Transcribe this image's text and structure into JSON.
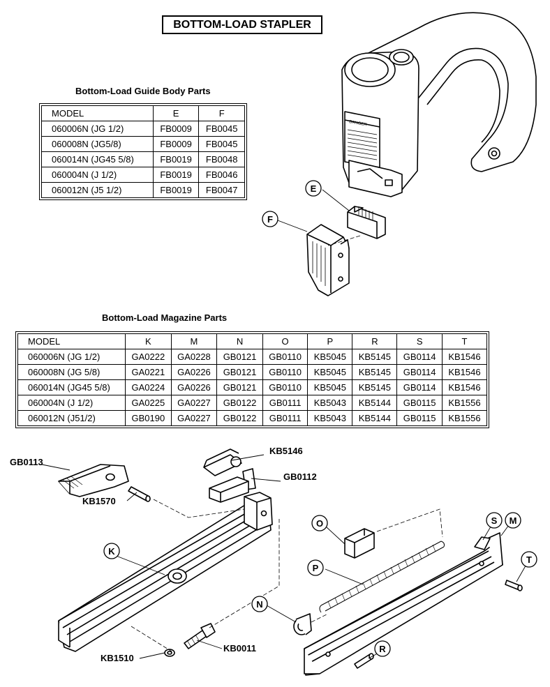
{
  "title": "BOTTOM-LOAD STAPLER",
  "guide_body": {
    "heading": "Bottom-Load Guide Body Parts",
    "columns": [
      "MODEL",
      "E",
      "F"
    ],
    "rows": [
      [
        "060006N (JG 1/2)",
        "FB0009",
        "FB0045"
      ],
      [
        "060008N (JG5/8)",
        "FB0009",
        "FB0045"
      ],
      [
        "060014N (JG45 5/8)",
        "FB0019",
        "FB0048"
      ],
      [
        "060004N (J 1/2)",
        "FB0019",
        "FB0046"
      ],
      [
        "060012N (J5 1/2)",
        "FB0019",
        "FB0047"
      ]
    ]
  },
  "magazine": {
    "heading": "Bottom-Load Magazine Parts",
    "columns": [
      "MODEL",
      "K",
      "M",
      "N",
      "O",
      "P",
      "R",
      "S",
      "T"
    ],
    "rows": [
      [
        "060006N (JG 1/2)",
        "GA0222",
        "GA0228",
        "GB0121",
        "GB0110",
        "KB5045",
        "KB5145",
        "GB0114",
        "KB1546"
      ],
      [
        "060008N (JG 5/8)",
        "GA0221",
        "GA0226",
        "GB0121",
        "GB0110",
        "KB5045",
        "KB5145",
        "GB0114",
        "KB1546"
      ],
      [
        "060014N (JG45 5/8)",
        "GA0224",
        "GA0226",
        "GB0121",
        "GB0110",
        "KB5045",
        "KB5145",
        "GB0114",
        "KB1546"
      ],
      [
        "060004N (J 1/2)",
        "GA0225",
        "GA0227",
        "GB0122",
        "GB0111",
        "KB5043",
        "KB5144",
        "GB0115",
        "KB1556"
      ],
      [
        "060012N (J51/2)",
        "GB0190",
        "GA0227",
        "GB0122",
        "GB0111",
        "KB5043",
        "KB5144",
        "GB0115",
        "KB1556"
      ]
    ]
  },
  "callouts": {
    "E": "E",
    "F": "F",
    "K": "K",
    "M": "M",
    "N": "N",
    "O": "O",
    "P": "P",
    "R": "R",
    "S": "S",
    "T": "T"
  },
  "part_labels": {
    "gb0113": "GB0113",
    "kb5146": "KB5146",
    "gb0112": "GB0112",
    "kb1570": "KB1570",
    "kb1510": "KB1510",
    "kb0011": "KB0011"
  },
  "warning_label": "DANGER"
}
